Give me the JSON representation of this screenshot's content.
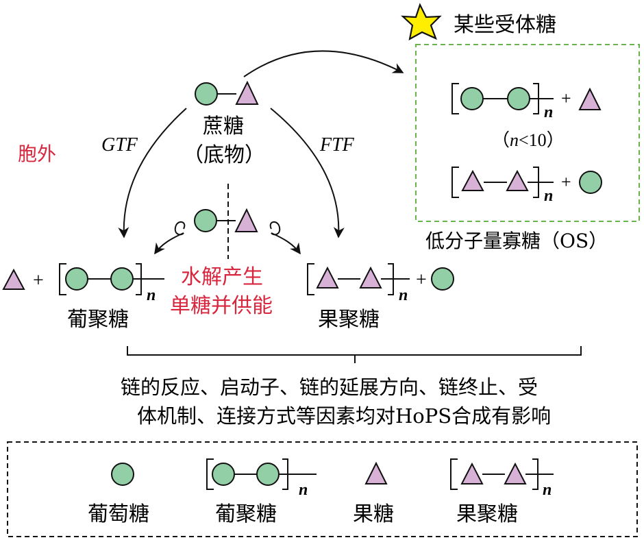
{
  "colors": {
    "glucose_fill": "#93cfa6",
    "fructose_fill": "#d7b1d6",
    "red_text": "#d7263d",
    "green_dash": "#6ab34a",
    "star_fill": "#ffee00",
    "line": "#111111"
  },
  "labels": {
    "acceptor": "某些受体糖",
    "extracellular": "胞外",
    "gtf": "GTF",
    "ftf": "FTF",
    "sucrose": "蔗糖",
    "substrate": "（底物）",
    "hydrolysis_l1": "水解产生",
    "hydrolysis_l2": "单糖并供能",
    "glucan": "葡聚糖",
    "fructan": "果聚糖",
    "os_condition_open": "（",
    "os_condition_n": "n",
    "os_condition_rest": "<10）",
    "os_label": "低分子量寡糖（OS）",
    "factors_l1": "链的反应、启动子、链的延展方向、链终止、受",
    "factors_l2": "体机制、连接方式等因素均对HoPS合成有影响",
    "plus": "+",
    "n": "n"
  },
  "legend": {
    "glucose": "葡萄糖",
    "glucan": "葡聚糖",
    "fructose": "果糖",
    "fructan": "果聚糖"
  }
}
